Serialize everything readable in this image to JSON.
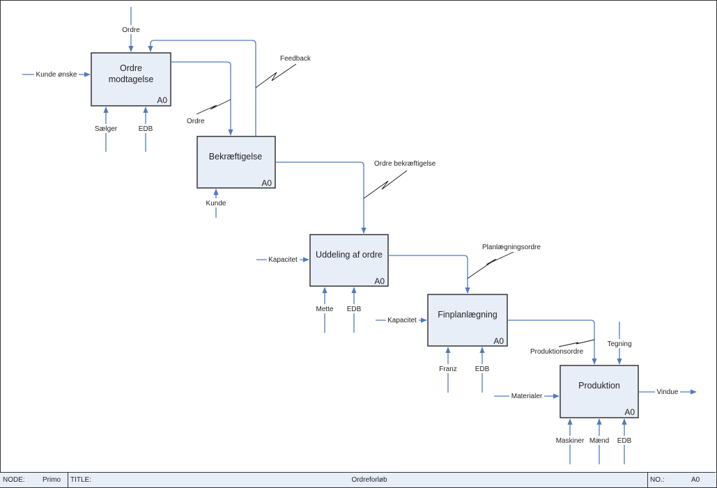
{
  "diagram": {
    "type": "IDEF0 process diagram",
    "colors": {
      "box_fill": "#e8eef8",
      "connector": "#4f7bbf",
      "border": "#333333"
    },
    "boxes": [
      {
        "id": "ordre-modtagelse",
        "title_line1": "Ordre",
        "title_line2": "modtagelse",
        "node": "A0"
      },
      {
        "id": "bekraeftigelse",
        "title": "Bekræftigelse",
        "node": "A0"
      },
      {
        "id": "uddeling",
        "title": "Uddeling af ordre",
        "node": "A0"
      },
      {
        "id": "finplanlaegning",
        "title": "Finplanlægning",
        "node": "A0"
      },
      {
        "id": "produktion",
        "title": "Produktion",
        "node": "A0"
      }
    ],
    "labels": {
      "ordre_in": "Ordre",
      "kunde_onske": "Kunde ønske",
      "saelger": "Sælger",
      "edb1": "EDB",
      "feedback": "Feedback",
      "ordre_flow": "Ordre",
      "kunde": "Kunde",
      "ordre_bekraeftigelse": "Ordre bekræftigelse",
      "kapacitet1": "Kapacitet",
      "mette": "Mette",
      "edb2": "EDB",
      "planlaegningsordre": "Planlægningsordre",
      "kapacitet2": "Kapacitet",
      "franz": "Franz",
      "edb3": "EDB",
      "produktionsordre": "Produktionsordre",
      "tegning": "Tegning",
      "materialer": "Materialer",
      "vindue": "Vindue",
      "maskiner": "Maskiner",
      "maend": "Mænd",
      "edb4": "EDB"
    }
  },
  "footer": {
    "node_label": "NODE:",
    "node_value": "Primo",
    "title_label": "TITLE:",
    "title_value": "Ordreforløb",
    "no_label": "NO.:",
    "no_value": "A0"
  }
}
